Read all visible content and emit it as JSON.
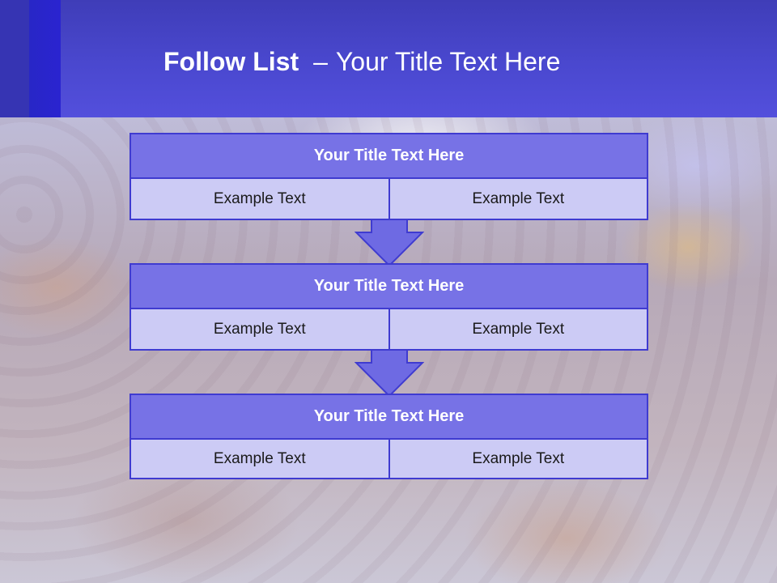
{
  "header": {
    "title_strong": "Follow List",
    "title_dash": "–",
    "title_rest": "Your Title Text Here"
  },
  "steps": [
    {
      "title": "Your Title Text Here",
      "left": "Example Text",
      "right": "Example Text"
    },
    {
      "title": "Your Title Text Here",
      "left": "Example Text",
      "right": "Example Text"
    },
    {
      "title": "Your Title Text Here",
      "left": "Example Text",
      "right": "Example Text"
    }
  ],
  "colors": {
    "header": "#4a48cf",
    "box_title": "#7772e6",
    "box_cell": "#cccbf5",
    "border": "#3f3bd0"
  }
}
